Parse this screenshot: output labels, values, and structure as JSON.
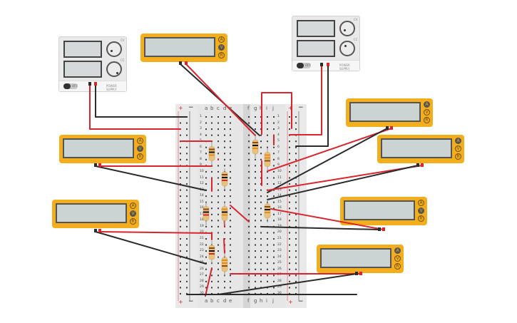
{
  "power_supplies": [
    {
      "id": "psu-left",
      "switch_label": "OFF",
      "channel_labels": [
        "CV",
        "CC"
      ],
      "brand": "POWER SUPPLY"
    },
    {
      "id": "psu-right",
      "switch_label": "OFF",
      "channel_labels": [
        "CV",
        "CC"
      ],
      "brand": "POWER SUPPLY"
    }
  ],
  "multimeters": [
    {
      "id": "dmm-top",
      "mode_buttons": [
        "A",
        "V",
        "R"
      ],
      "active_mode": "V"
    },
    {
      "id": "dmm-left-1",
      "mode_buttons": [
        "A",
        "V",
        "R"
      ],
      "active_mode": "V"
    },
    {
      "id": "dmm-left-2",
      "mode_buttons": [
        "A",
        "V",
        "R"
      ],
      "active_mode": "V"
    },
    {
      "id": "dmm-right-1",
      "mode_buttons": [
        "A",
        "V",
        "R"
      ],
      "active_mode": "A"
    },
    {
      "id": "dmm-right-2",
      "mode_buttons": [
        "A",
        "V",
        "R"
      ],
      "active_mode": "A"
    },
    {
      "id": "dmm-right-3",
      "mode_buttons": [
        "A",
        "V",
        "R"
      ],
      "active_mode": "V"
    },
    {
      "id": "dmm-right-4",
      "mode_buttons": [
        "A",
        "V",
        "R"
      ],
      "active_mode": "A"
    }
  ],
  "breadboard": {
    "column_labels_left": [
      "a",
      "b",
      "c",
      "d",
      "e"
    ],
    "column_labels_right": [
      "f",
      "g",
      "h",
      "i",
      "j"
    ],
    "rail_plus": "+",
    "rail_minus": "−",
    "rows": 30
  },
  "colors": {
    "wire_red": "#d8262e",
    "wire_black": "#2b2b2b",
    "meter_body": "#f2ae1c",
    "rail_red": "#d8262e"
  }
}
